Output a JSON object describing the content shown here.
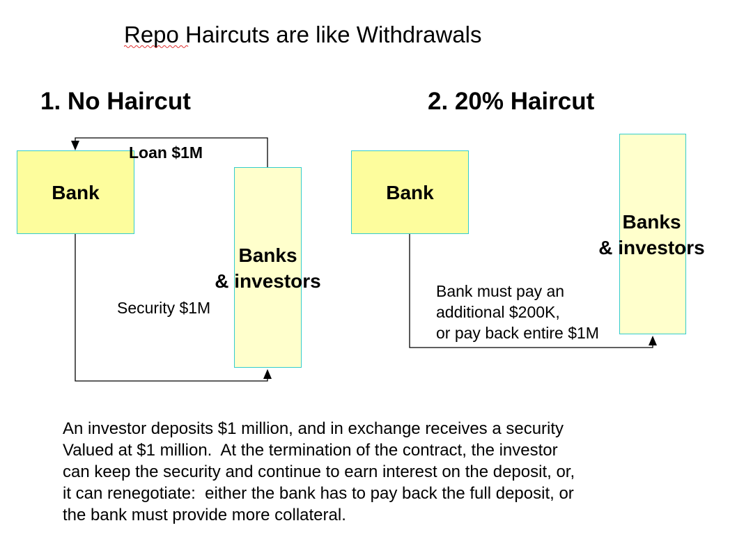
{
  "title": "Repo Haircuts are like Withdrawals",
  "panel1": {
    "heading": "1.  No Haircut",
    "bank_label": "Bank",
    "investors_label": "Banks\n& investors",
    "loan_label": "Loan $1M",
    "security_label": "Security $1M"
  },
  "panel2": {
    "heading": "2.  20% Haircut",
    "bank_label": "Bank",
    "investors_label": "Banks\n& investors",
    "payment_label": "Bank must pay an\nadditional $200K,\nor pay back entire $1M"
  },
  "explanation": "An investor deposits $1 million, and in exchange receives a security\nValued at $1 million.  At the termination of the contract, the investor\ncan keep the security and continue to earn interest on the deposit, or,\nit can renegotiate:  either the bank has to pay back the full deposit, or\nthe bank must provide more collateral."
}
